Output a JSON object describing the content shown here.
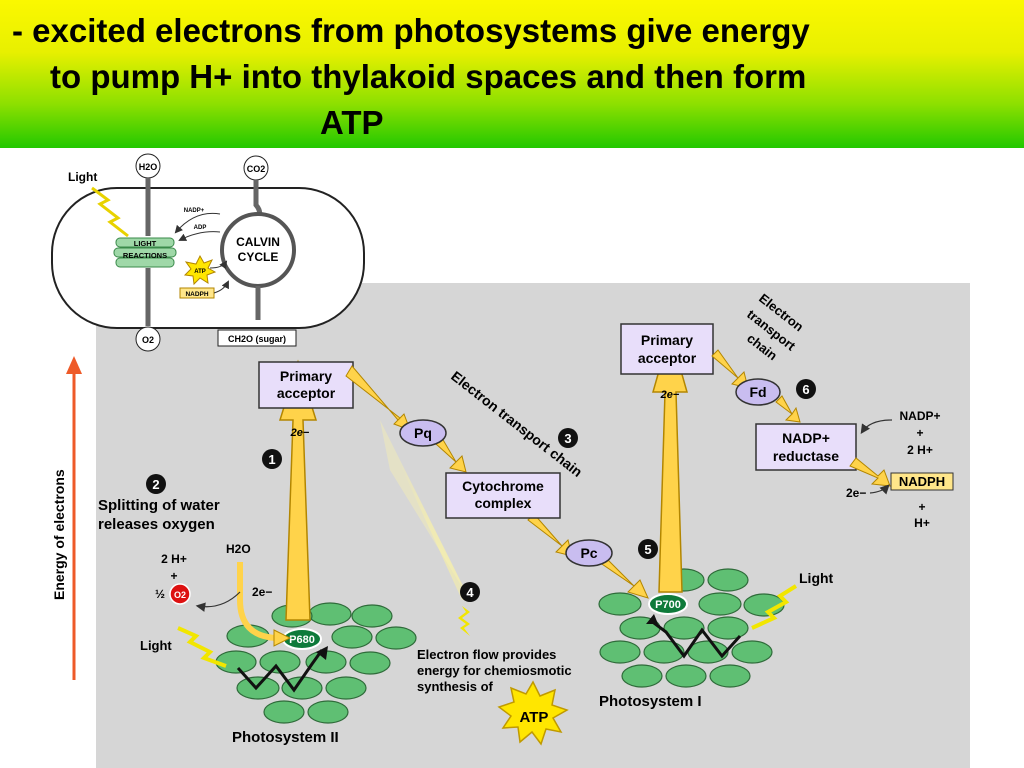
{
  "banner": {
    "line1": "- excited electrons from photosystems give energy",
    "line2": "to pump H+ into thylakoid spaces and then form",
    "line3": "ATP"
  },
  "inset": {
    "light": "Light",
    "h2o": "H2O",
    "co2": "CO2",
    "nadp": "NADP+",
    "adp": "ADP",
    "light_reactions_1": "LIGHT",
    "light_reactions_2": "REACTIONS",
    "atp": "ATP",
    "nadph": "NADPH",
    "calvin_1": "CALVIN",
    "calvin_2": "CYCLE",
    "o2": "O2",
    "sugar": "CH2O (sugar)"
  },
  "axis_label": "Energy of electrons",
  "ps2": {
    "primary_acceptor_1": "Primary",
    "primary_acceptor_2": "acceptor",
    "electron_label": "2e−",
    "p680": "P680",
    "label": "Photosystem II",
    "light": "Light",
    "water_step_1": "Splitting of water",
    "water_step_2": "releases oxygen",
    "h2o": "H2O",
    "water_electrons": "2e−",
    "two_h": "2 H+",
    "plus": "+",
    "half": "½",
    "o2": "O2"
  },
  "etc1": {
    "label": "Electron transport chain",
    "pq": "Pq",
    "cytochrome_1": "Cytochrome",
    "cytochrome_2": "complex",
    "pc": "Pc",
    "flow_1": "Electron flow provides",
    "flow_2": "energy for chemiosmotic",
    "flow_3": "synthesis of",
    "atp": "ATP"
  },
  "ps1": {
    "primary_acceptor_1": "Primary",
    "primary_acceptor_2": "acceptor",
    "electron_label": "2e−",
    "p700": "P700",
    "label": "Photosystem I",
    "light": "Light"
  },
  "etc2": {
    "label_1": "Electron",
    "label_2": "transport",
    "label_3": "chain",
    "fd": "Fd",
    "reductase_1": "NADP+",
    "reductase_2": "reductase",
    "nadp": "NADP+",
    "plus1": "+",
    "two_h": "2 H+",
    "electrons": "2e−",
    "nadph": "NADPH",
    "plus2": "+",
    "h": "H+"
  },
  "steps": [
    "1",
    "2",
    "3",
    "4",
    "5",
    "6"
  ],
  "colors": {
    "panel": "#d6d6d6",
    "box_fill": "#e8defa",
    "carrier_fill": "#c9bdf0",
    "disc_fill": "#5fbf73",
    "reaction_center": "#0e7a3a",
    "arrow_fill": "#ffd34a",
    "arrow_stroke": "#b38600",
    "axis_arrow": "#ee5a28",
    "o2_red": "#dd1111"
  }
}
